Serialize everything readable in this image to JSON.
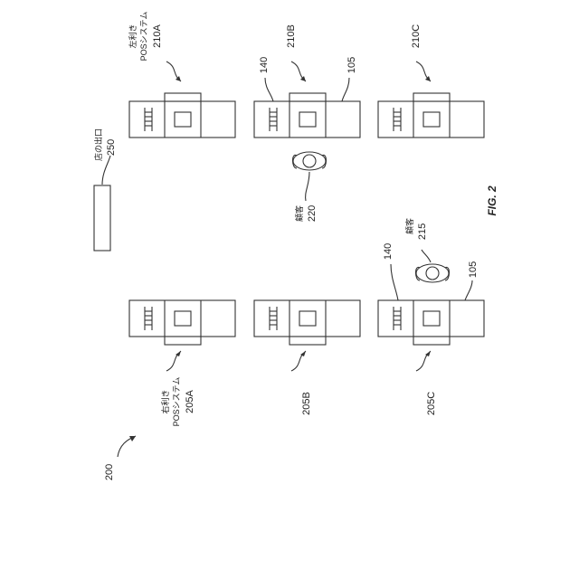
{
  "figure": {
    "ref": "200",
    "caption": "FIG. 2"
  },
  "store_exit": {
    "label_jp": "店の出口",
    "ref": "250"
  },
  "pos_left": {
    "label_jp_1": "右利き",
    "label_jp_2": "POSシステム",
    "ref_a": "205A",
    "ref_b": "205B",
    "ref_c": "205C"
  },
  "pos_right": {
    "label_jp_1": "左利き",
    "label_jp_2": "POSシステム",
    "ref_a": "210A",
    "ref_b": "210B",
    "ref_c": "210C"
  },
  "parts": {
    "ref_140": "140",
    "ref_105": "105"
  },
  "customers": {
    "label_jp": "顧客",
    "ref_1": "220",
    "ref_2": "215"
  }
}
